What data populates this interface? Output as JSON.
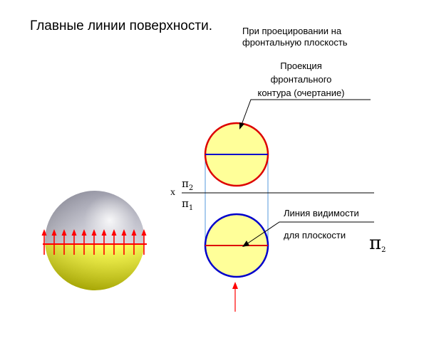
{
  "title": "Главные линии поверхности.",
  "note_projection": [
    "При проецировании на",
    "фронтальную плоскость"
  ],
  "label_contour": [
    "Проекция",
    "фронтального",
    "контура (очертание)"
  ],
  "label_visibility": [
    "Линия видимости",
    "для плоскости"
  ],
  "plane_symbol": "π",
  "plane_index": "2",
  "axis": {
    "x_label": "x",
    "upper_symbol": "π",
    "upper_index": "2",
    "lower_symbol": "π",
    "lower_index": "1"
  },
  "colors": {
    "circle_fill": "#ffff99",
    "front_contour": "#dd0000",
    "horizontal_contour": "#0000cc",
    "projection_lines": "#5599dd",
    "arrow": "#ff0000",
    "sphere_top": "#b8b8c8",
    "sphere_bottom": "#e6e600"
  }
}
